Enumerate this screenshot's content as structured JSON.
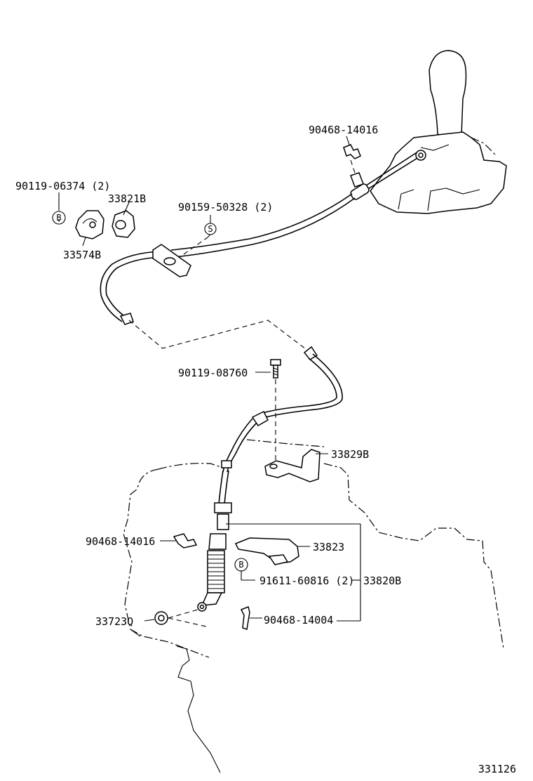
{
  "diagram": {
    "drawing_number": "331126",
    "callouts": {
      "p_90468_14016_top": "90468-14016",
      "p_90119_06374": "90119-06374 (2)",
      "p_33821B": "33821B",
      "p_90159_50328": "90159-50328 (2)",
      "p_33574B": "33574B",
      "p_90119_08760": "90119-08760",
      "p_33829B": "33829B",
      "p_90468_14016_mid": "90468-14016",
      "p_33823": "33823",
      "p_91611_60816": "91611-60816 (2)",
      "p_33820B": "33820B",
      "p_33723Q": "33723Q",
      "p_90468_14004": "90468-14004"
    },
    "markers": {
      "b_top": "B",
      "s_mark": "S",
      "b_mid": "B"
    }
  }
}
